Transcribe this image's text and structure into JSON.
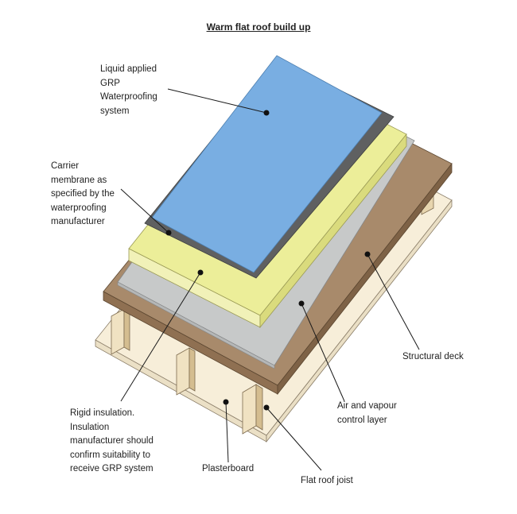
{
  "title": "Warm flat roof build up",
  "labels": {
    "grp": "Liquid applied\nGRP\nWaterproofing\nsystem",
    "carrier": "Carrier\nmembrane as\nspecified by the\nwaterproofing\nmanufacturer",
    "insulation": "Rigid insulation.\nInsulation\nmanufacturer should\nconfirm suitability to\nreceive GRP system",
    "plasterboard": "Plasterboard",
    "joist": "Flat roof joist",
    "avcl": "Air and vapour\ncontrol layer",
    "deck": "Structural deck"
  },
  "colors": {
    "grp": "#79aee2",
    "carrier": "#5f6061",
    "insulation": "#ecee99",
    "avcl": "#c7c9c9",
    "deck": "#a88a6b",
    "plasterboard": "#f7eed9",
    "joist": "#e7d5ae"
  }
}
